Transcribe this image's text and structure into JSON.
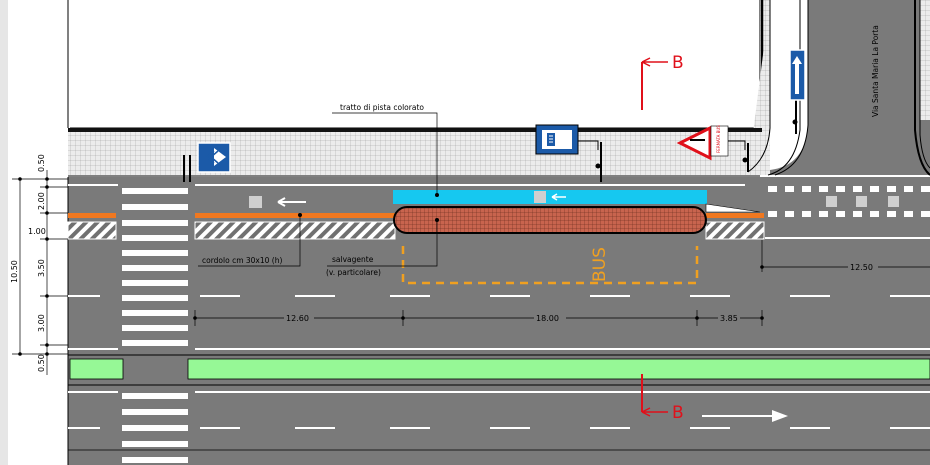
{
  "annotations": {
    "colored_lane": "tratto di pista colorato",
    "curb": "cordolo cm 30x10 (h)",
    "refuge": "salvagente",
    "refuge_note": "(v. particolare)",
    "bus_marking": "BUS",
    "street_name": "Via Santa Maria La Porta"
  },
  "section_marks": {
    "top": "B",
    "bottom": "B"
  },
  "dimensions": {
    "vertical": [
      "0.50",
      "2.00",
      "1.00",
      "3.50",
      "3.00",
      "0.50"
    ],
    "vertical_total": "10.50",
    "horizontal": [
      "12.60",
      "18.00",
      "3.85"
    ],
    "right": "12.50"
  },
  "signs": {
    "bus_stop_panel": "FERMATA BUS"
  },
  "colors": {
    "road": "#7a7a7a",
    "sidewalk": "#e8e8e8",
    "bike_lane": "#16c8f0",
    "curb_orange": "#f07820",
    "refuge": "#c86450",
    "median_green": "#96f896",
    "bus_box": "#f0a020",
    "section_red": "#e0101a"
  },
  "icons": [
    "pedestrian-crossing-sign-icon",
    "bus-stop-sign-icon",
    "yield-sign-icon",
    "one-way-sign-icon",
    "bicycle-symbol-icon",
    "direction-arrow-icon"
  ]
}
